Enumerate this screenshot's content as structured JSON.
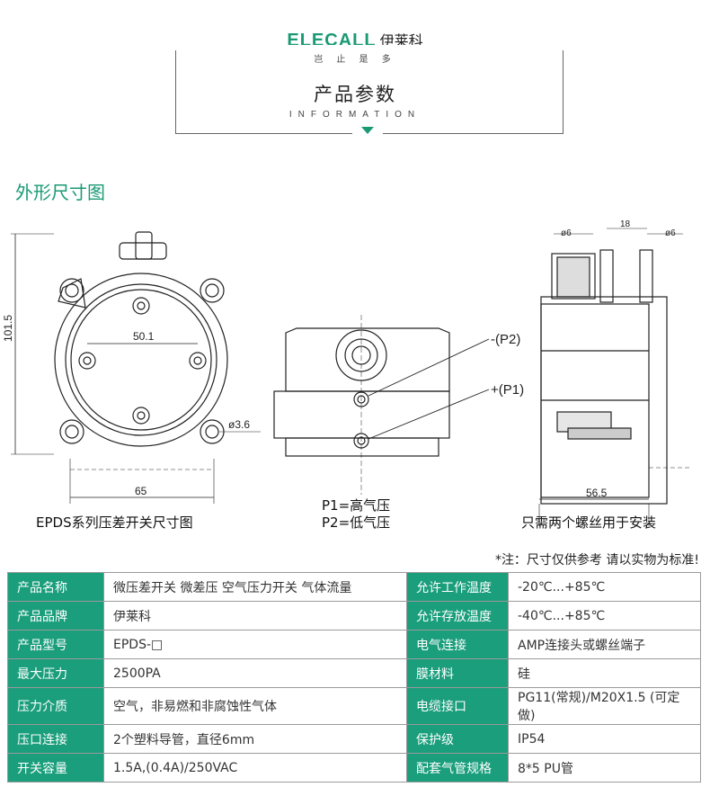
{
  "brand": {
    "en": "ELECALL",
    "cn": "伊莱科",
    "slogan": "岂 止 是 多"
  },
  "section": {
    "title": "产品参数",
    "subtitle": "INFORMATION"
  },
  "dim_heading": "外形尺寸图",
  "drawing_labels": {
    "d1015": "101.5",
    "d501": "50.1",
    "d36": "ø3.6",
    "d65": "65",
    "p2": "-(P2)",
    "p1": "+(P1)",
    "d6a": "ø6",
    "d18": "18",
    "d6b": "ø6",
    "d565": "56.5"
  },
  "captions": {
    "left": "EPDS系列压差开关尺寸图",
    "mid1": "P1=高气压",
    "mid2": "P2=低气压",
    "right": "只需两个螺丝用于安装"
  },
  "note": "*注：尺寸仅供参考 请以实物为标准!",
  "specs": [
    {
      "k1": "产品名称",
      "v1": "微压差开关 微差压 空气压力开关 气体流量",
      "k2": "允许工作温度",
      "v2": "-20℃...+85℃"
    },
    {
      "k1": "产品品牌",
      "v1": "伊莱科",
      "k2": "允许存放温度",
      "v2": "-40℃...+85℃"
    },
    {
      "k1": "产品型号",
      "v1": "EPDS-□",
      "k2": "电气连接",
      "v2": "AMP连接头或螺丝端子"
    },
    {
      "k1": "最大压力",
      "v1": "2500PA",
      "k2": "膜材料",
      "v2": "硅"
    },
    {
      "k1": "压力介质",
      "v1": "空气，非易燃和非腐蚀性气体",
      "k2": "电缆接口",
      "v2": "PG11(常规)/M20X1.5 (可定做)"
    },
    {
      "k1": "压口连接",
      "v1": "2个塑料导管，直径6mm",
      "k2": "保护级",
      "v2": "IP54"
    },
    {
      "k1": "开关容量",
      "v1": "1.5A,(0.4A)/250VAC",
      "k2": "配套气管规格",
      "v2": "8*5 PU管"
    }
  ],
  "colors": {
    "accent": "#1a9e7c"
  }
}
